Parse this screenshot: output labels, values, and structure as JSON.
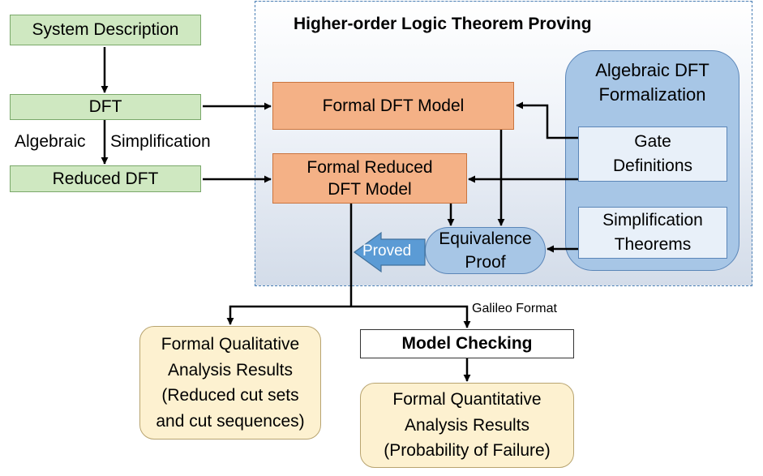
{
  "diagram": {
    "region_title": "Higher-order Logic Theorem Proving",
    "system_description": "System Description",
    "dft": "DFT",
    "simplification_left": "Algebraic",
    "simplification_right": "Simplification",
    "reduced_dft": "Reduced DFT",
    "formal_dft_model": "Formal DFT Model",
    "formal_reduced_line1": "Formal Reduced",
    "formal_reduced_line2": "DFT Model",
    "algebraic_line1": "Algebraic DFT",
    "algebraic_line2": "Formalization",
    "gate_line1": "Gate",
    "gate_line2": "Definitions",
    "simp_thm_line1": "Simplification",
    "simp_thm_line2": "Theorems",
    "equiv_line1": "Equivalence",
    "equiv_line2": "Proof",
    "proved": "Proved",
    "galileo_format": "Galileo Format",
    "model_checking": "Model Checking",
    "qual_line1": "Formal Qualitative",
    "qual_line2": "Analysis Results",
    "qual_line3": "(Reduced cut sets",
    "qual_line4": "and cut sequences)",
    "quant_line1": "Formal Quantitative",
    "quant_line2": "Analysis Results",
    "quant_line3": "(Probability of Failure)"
  },
  "colors": {
    "green_fill": "#cfe8c1",
    "orange_fill": "#f4b186",
    "blue_fill": "#a7c6e6",
    "yellow_fill": "#fdf1d0",
    "proved_arrow": "#5b9bd5"
  }
}
